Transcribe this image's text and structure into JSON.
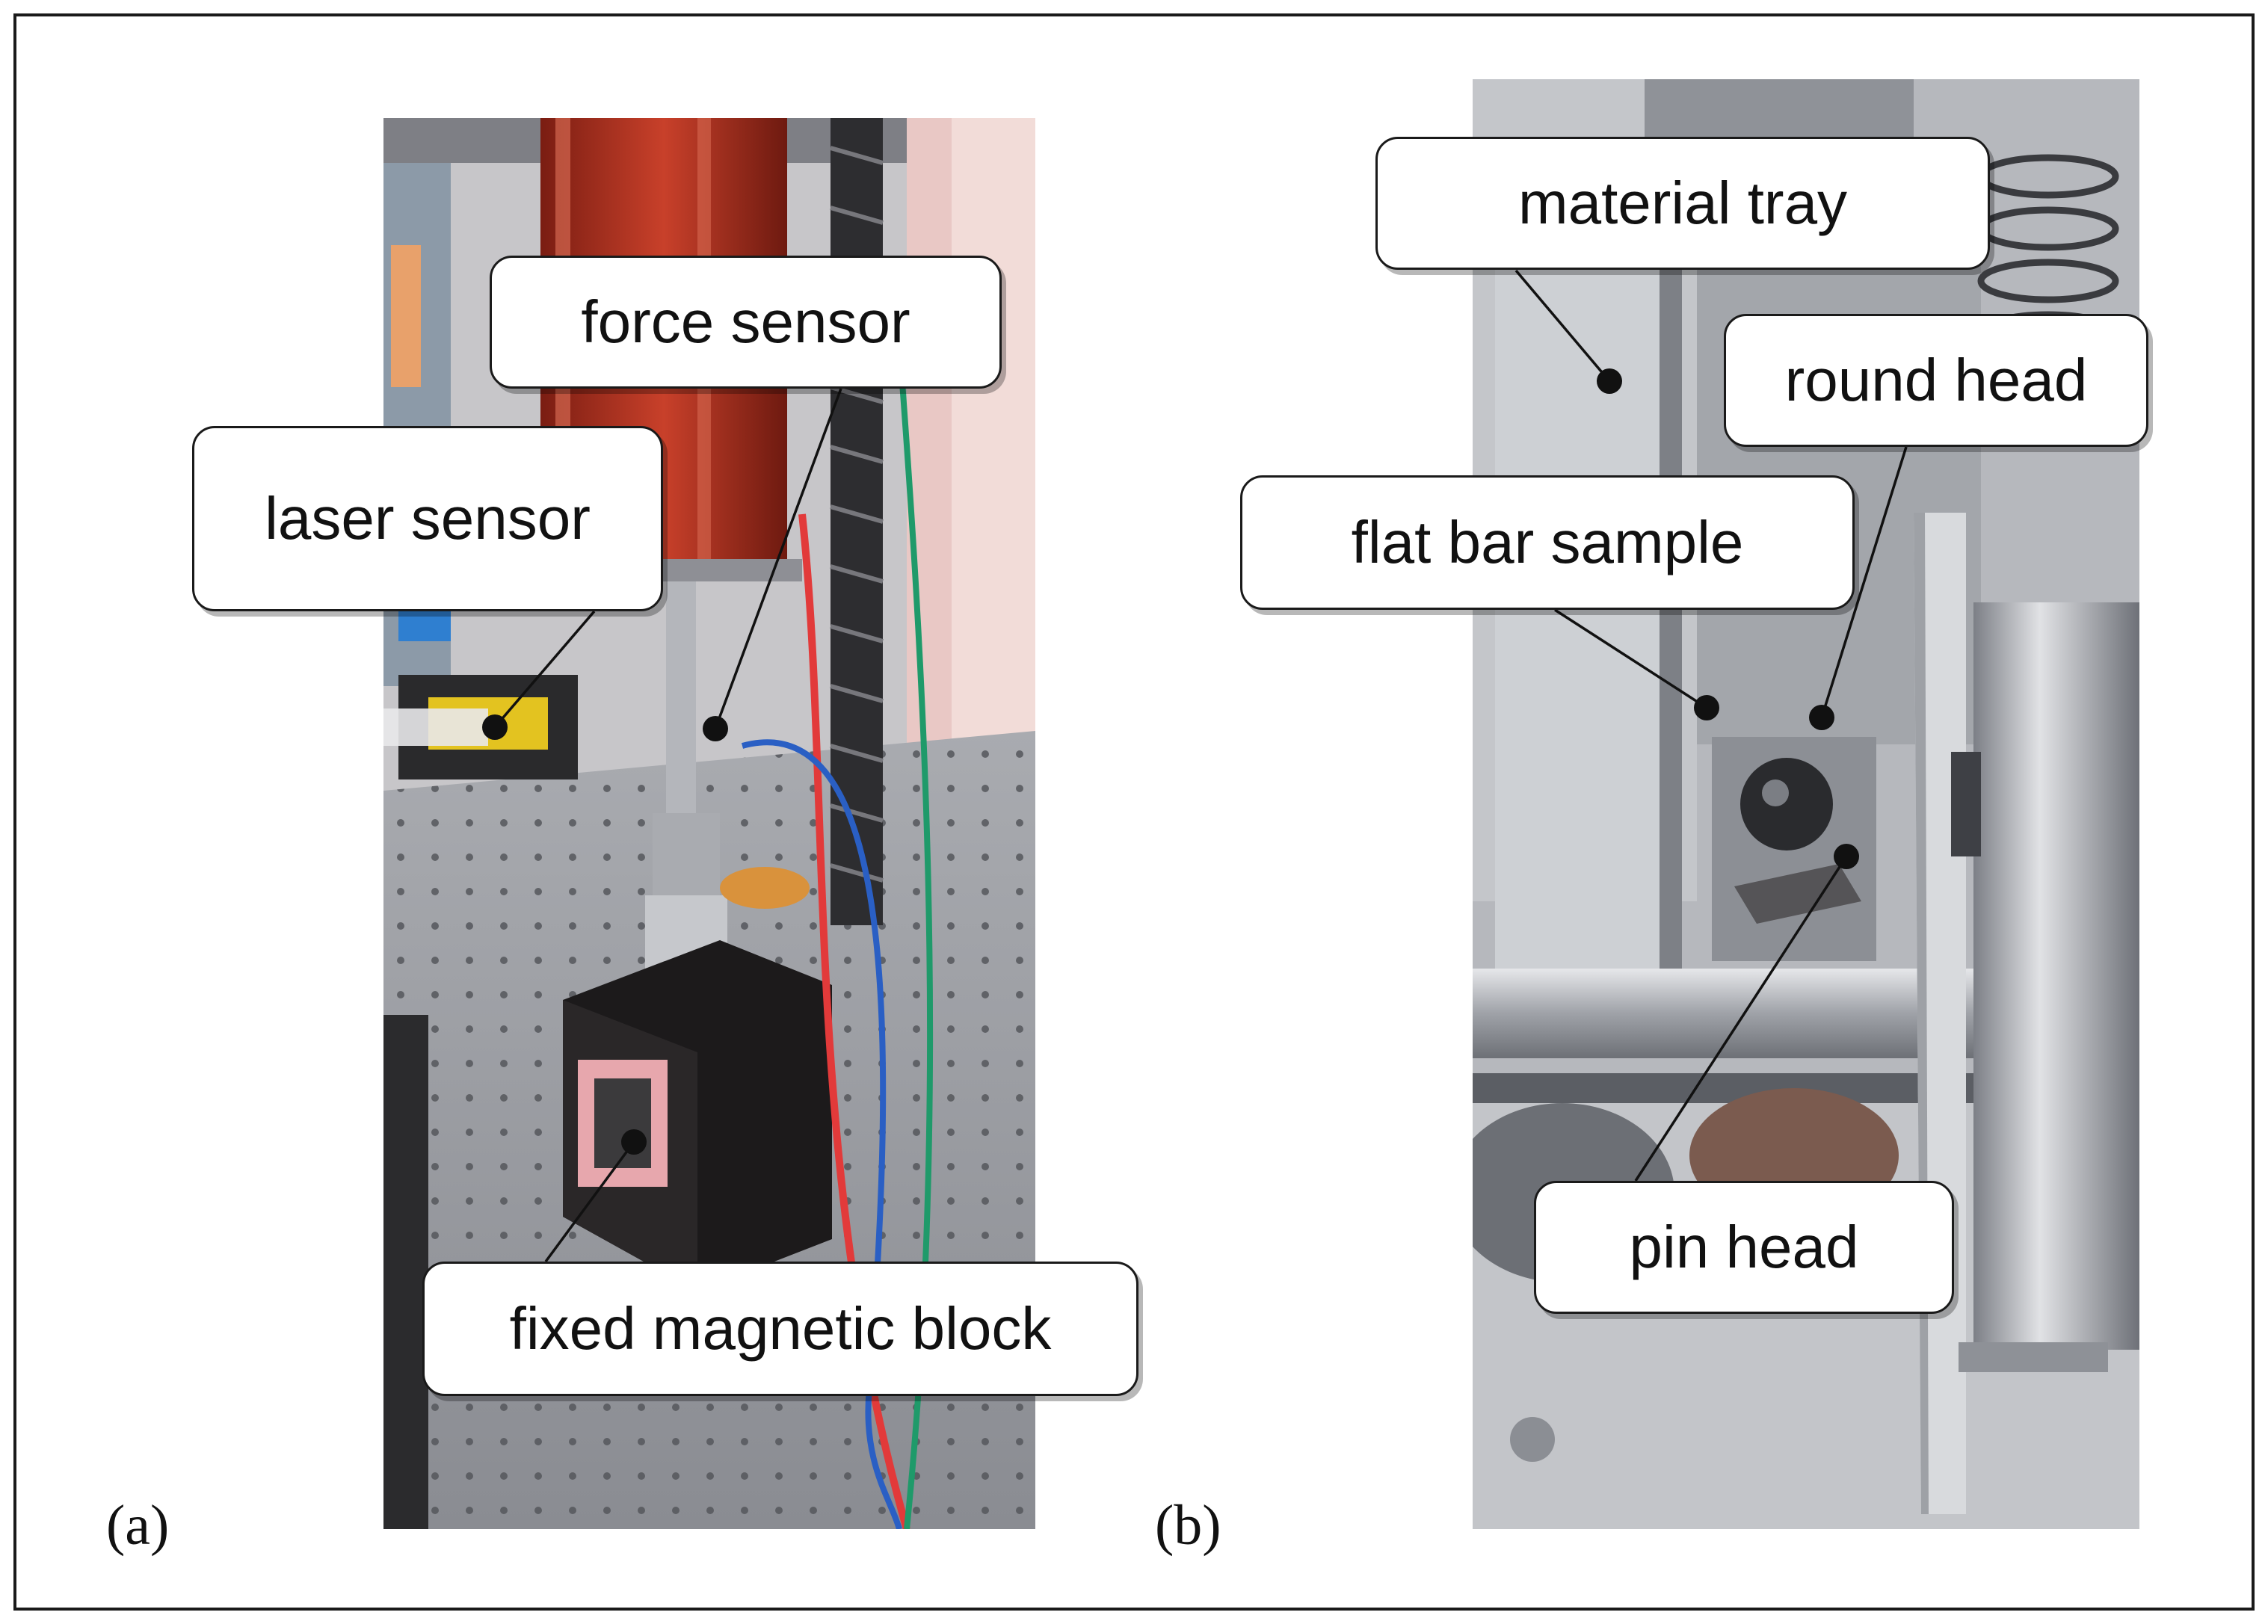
{
  "panels": [
    {
      "id": "a",
      "tag": "(a)"
    },
    {
      "id": "b",
      "tag": "(b)"
    }
  ],
  "callouts": {
    "laser_sensor": "laser sensor",
    "force_sensor": "force sensor",
    "fixed_magnetic_block": "fixed magnetic block",
    "material_tray": "material tray",
    "round_head": "round head",
    "flat_bar_sample": "flat bar sample",
    "pin_head": "pin head"
  },
  "colors": {
    "frame": "#1a1a1a",
    "label_background": "#ffffff",
    "leader_line": "#111111",
    "coil_copper": "#b8331f",
    "wire_red": "#e23a3a",
    "wire_blue": "#2a5fc4",
    "wire_green": "#1f9a6a",
    "optical_table": "#9a9ca2",
    "aluminum": "#b9bcc2"
  },
  "icons": [
    "laser-sensor-device",
    "magnetic-block",
    "coil-spring",
    "bearing-wheel"
  ]
}
